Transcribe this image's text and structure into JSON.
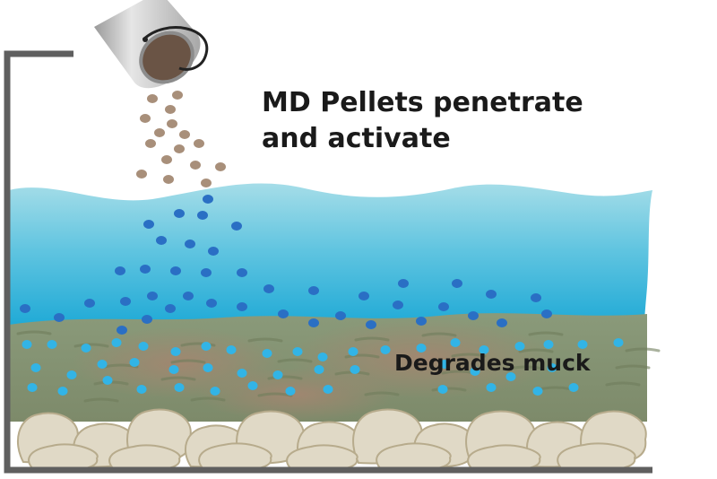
{
  "labels": {
    "pellets_line1": "MD Pellets penetrate",
    "pellets_line2": "and activate",
    "muck": "Degrades muck"
  },
  "icons": {
    "bucket": "bucket-icon",
    "pellet": "pellet-icon",
    "stone": "stone-icon"
  },
  "colors": {
    "water_top": "#8fd3e2",
    "water_bottom": "#1aa8d6",
    "muck": "#8e9a78",
    "muck_brown": "#a08268",
    "pellet_falling": "#a88f7a",
    "pellet_dark": "#2a6fc4",
    "pellet_light": "#32b4e6",
    "stone": "#e0d9c6",
    "stone_edge": "#b7ab8c",
    "tank": "#5f5f5f",
    "bucket": "#c4c4c4"
  }
}
